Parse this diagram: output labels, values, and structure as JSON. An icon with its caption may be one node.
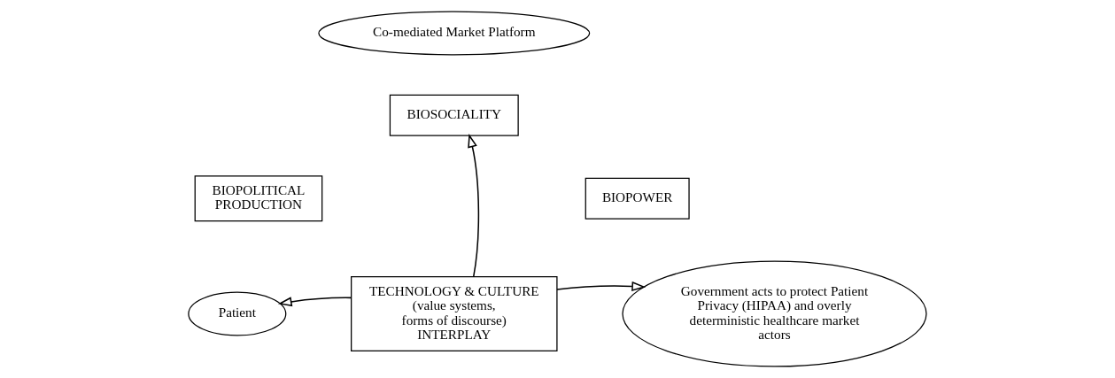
{
  "diagram": {
    "nodes": [
      {
        "text": [
          "Co-mediated Market Platform"
        ]
      },
      {
        "text": [
          "BIOSOCIALITY"
        ]
      },
      {
        "text": [
          "BIOPOLITICAL PRODUCTION"
        ]
      },
      {
        "text": [
          "BIOPOWER"
        ]
      },
      {
        "text": [
          "Patient"
        ]
      },
      {
        "text": [
          "Government acts to protect Patient Privacy (HIPAA) and overly deterministic healthcare market actors"
        ]
      },
      {
        "text": [
          "TECHNOLOGY & CULTURE (value systems, forms of discourse) INTERPLAY"
        ]
      }
    ],
    "edges": [
      {
        "from": 6,
        "to": 1,
        "arrow": "to"
      },
      {
        "from": 6,
        "to": 4,
        "arrow": "to"
      },
      {
        "from": 6,
        "to": 5,
        "arrow": "to"
      }
    ]
  }
}
